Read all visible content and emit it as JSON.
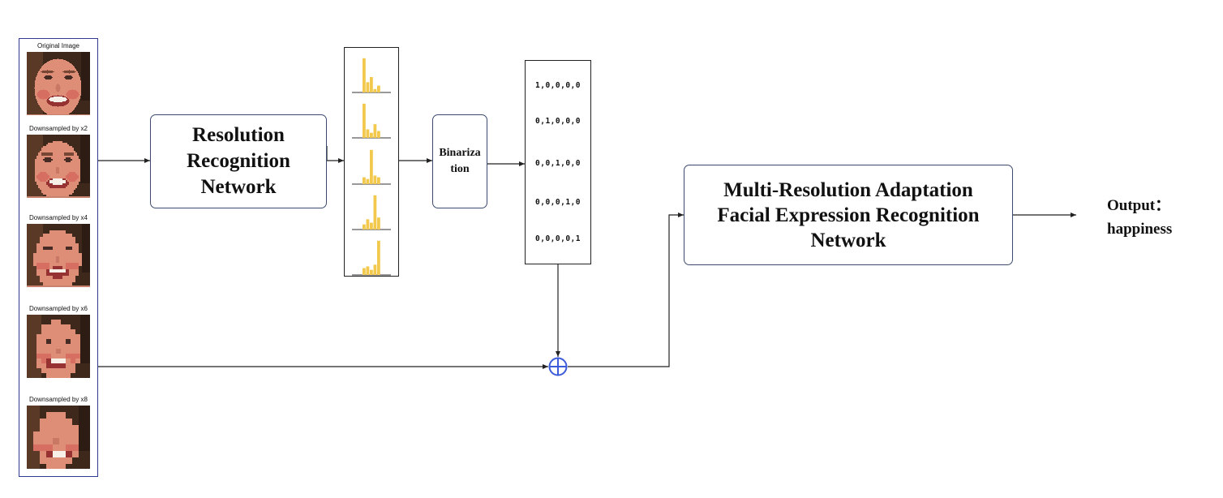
{
  "images": {
    "items": [
      {
        "label": "Original Image",
        "block": 1
      },
      {
        "label": "Downsampled by x2",
        "block": 2
      },
      {
        "label": "Downsampled by x4",
        "block": 4
      },
      {
        "label": "Downsampled by x6",
        "block": 6
      },
      {
        "label": "Downsampled by x8",
        "block": 8
      }
    ]
  },
  "boxes": {
    "resolution_network": {
      "line1": "Resolution",
      "line2": "Recognition",
      "line3": "Network"
    },
    "binarization": {
      "line1": "Binariza",
      "line2": "tion"
    },
    "fer_network": {
      "line1": "Multi-Resolution Adaptation",
      "line2": "Facial Expression Recognition",
      "line3": "Network"
    }
  },
  "histograms": {
    "bar_color": "#f2c94c",
    "items": [
      {
        "values": [
          1.0,
          0.3,
          0.45,
          0.1,
          0.2
        ]
      },
      {
        "values": [
          1.0,
          0.25,
          0.15,
          0.4,
          0.2
        ]
      },
      {
        "values": [
          0.2,
          0.15,
          1.0,
          0.25,
          0.2
        ]
      },
      {
        "values": [
          0.15,
          0.3,
          0.2,
          1.0,
          0.35
        ]
      },
      {
        "values": [
          0.2,
          0.25,
          0.15,
          0.3,
          1.0
        ]
      }
    ]
  },
  "vectors": {
    "rows": [
      "1,0,0,0,0",
      "0,1,0,0,0",
      "0,0,1,0,0",
      "0,0,0,1,0",
      "0,0,0,0,1"
    ]
  },
  "output": {
    "line1": "Output：",
    "line2": "happiness"
  },
  "colors": {
    "line": "#222222",
    "panel_border": "#2f3a8f",
    "sum_icon": "#3b5bdb"
  }
}
